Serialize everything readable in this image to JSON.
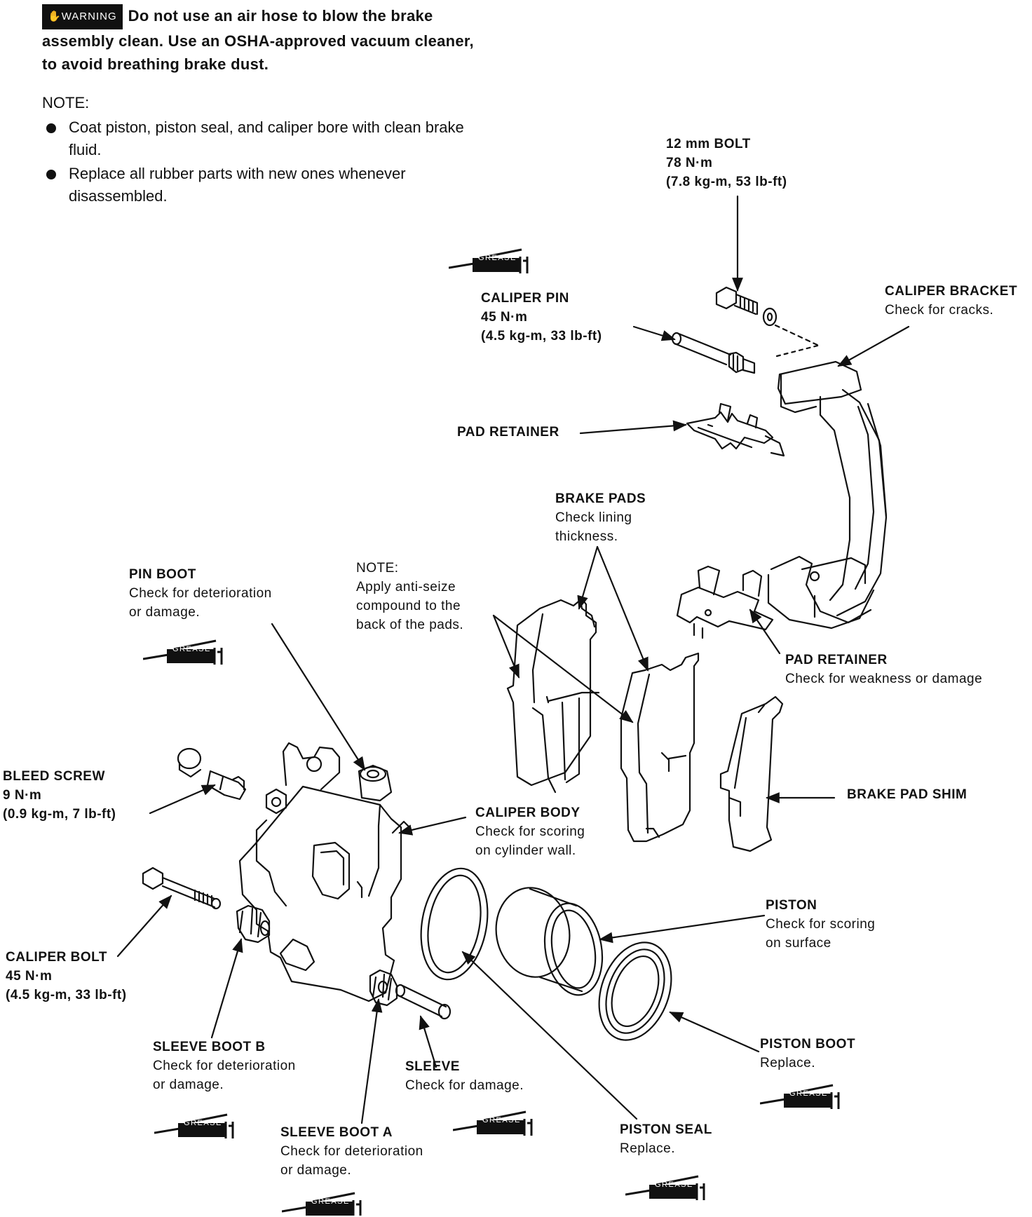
{
  "warning": {
    "badge": "WARNING",
    "text": "Do not use an air hose to blow the brake assembly clean. Use an OSHA-approved vacuum cleaner, to avoid breathing brake dust."
  },
  "note": {
    "title": "NOTE:",
    "items": [
      "Coat piston, piston seal, and caliper bore with clean brake fluid.",
      "Replace all rubber parts with new ones whenever disassembled."
    ]
  },
  "grease_label": "GREASE",
  "labels": {
    "bolt_12mm": {
      "title": "12 mm BOLT",
      "line1": "78 N·m",
      "line2": "(7.8 kg-m, 53 lb-ft)"
    },
    "caliper_bracket": {
      "title": "CALIPER BRACKET",
      "desc": "Check for cracks."
    },
    "caliper_pin": {
      "title": "CALIPER PIN",
      "line1": "45 N·m",
      "line2": "(4.5 kg-m, 33 lb-ft)"
    },
    "pad_retainer_top": {
      "title": "PAD RETAINER"
    },
    "brake_pads": {
      "title": "BRAKE PADS",
      "desc1": "Check lining",
      "desc2": "thickness."
    },
    "pin_boot": {
      "title": "PIN BOOT",
      "desc1": "Check for deterioration",
      "desc2": "or damage."
    },
    "note_pads": {
      "title": "NOTE:",
      "desc1": "Apply anti-seize",
      "desc2": "compound to the",
      "desc3": "back of the pads."
    },
    "pad_retainer_bottom": {
      "title": "PAD RETAINER",
      "desc": "Check for weakness or damage"
    },
    "bleed_screw": {
      "title": "BLEED SCREW",
      "line1": "9 N·m",
      "line2": "(0.9 kg-m, 7 lb-ft)"
    },
    "brake_pad_shim": {
      "title": "BRAKE PAD SHIM"
    },
    "caliper_body": {
      "title": "CALIPER BODY",
      "desc1": "Check for scoring",
      "desc2": "on cylinder wall."
    },
    "piston": {
      "title": "PISTON",
      "desc1": "Check for scoring",
      "desc2": "on surface"
    },
    "caliper_bolt": {
      "title": "CALIPER BOLT",
      "line1": "45 N·m",
      "line2": "(4.5 kg-m, 33 lb-ft)"
    },
    "sleeve_boot_b": {
      "title": "SLEEVE BOOT B",
      "desc1": "Check for deterioration",
      "desc2": "or damage."
    },
    "sleeve": {
      "title": "SLEEVE",
      "desc": "Check for damage."
    },
    "piston_boot": {
      "title": "PISTON BOOT",
      "desc": "Replace."
    },
    "sleeve_boot_a": {
      "title": "SLEEVE BOOT A",
      "desc1": "Check for deterioration",
      "desc2": "or damage."
    },
    "piston_seal": {
      "title": "PISTON SEAL",
      "desc": "Replace."
    }
  }
}
